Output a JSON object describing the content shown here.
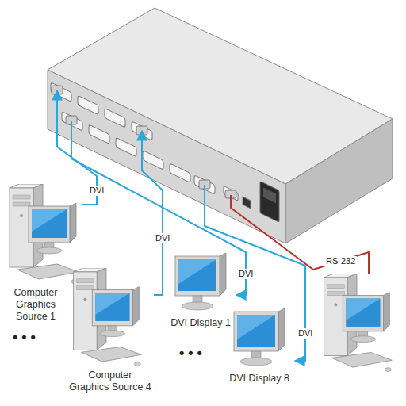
{
  "diagram": {
    "nodes": [
      {
        "text": []
      },
      {
        "text": [
          "Computer Graphics Source 1"
        ]
      },
      {
        "text": [
          "Computer Graphics Source 4"
        ]
      },
      {
        "text": [
          "DVI Display 1"
        ]
      },
      {
        "text": [
          "DVI Display 8"
        ]
      },
      {
        "text": []
      }
    ],
    "edges": [
      {
        "from": 1,
        "to": 0,
        "label": "DVI",
        "arrow": "to"
      },
      {
        "from": 2,
        "to": 0,
        "label": "DVI",
        "arrow": "to"
      },
      {
        "from": 0,
        "to": 3,
        "label": "DVI",
        "arrow": "to"
      },
      {
        "from": 0,
        "to": 4,
        "label": "DVI",
        "arrow": "to"
      },
      {
        "from": 0,
        "to": 5,
        "label": "RS-232",
        "arrow": "none"
      }
    ],
    "labels": [
      "• • •",
      "• • •"
    ]
  }
}
